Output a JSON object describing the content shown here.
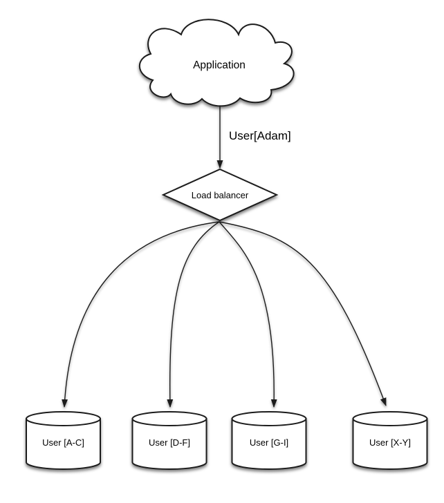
{
  "diagram": {
    "application": {
      "label": "Application"
    },
    "request": {
      "label": "User[Adam]"
    },
    "load_balancer": {
      "label": "Load balancer"
    },
    "shards": [
      {
        "label": "User [A-C]"
      },
      {
        "label": "User [D-F]"
      },
      {
        "label": "User [G-I]"
      },
      {
        "label": "User [X-Y]"
      }
    ],
    "colors": {
      "stroke": "#1a1a1a",
      "shape_fill": "#ffffff",
      "background": "#ffffff",
      "text": "#000000"
    }
  }
}
